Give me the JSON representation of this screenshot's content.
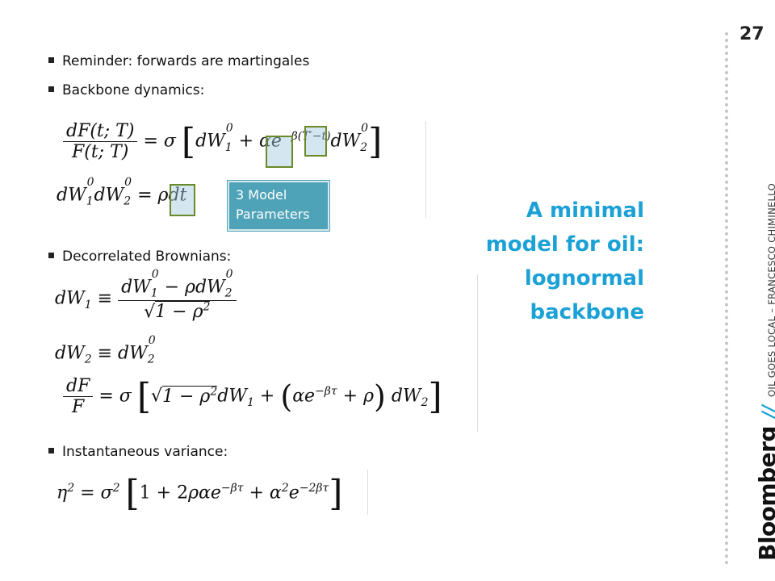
{
  "bullets": {
    "b1": "Reminder: forwards are martingales",
    "b2": "Backbone dynamics:",
    "b3": "Decorrelated Brownians:",
    "b4": "Instantaneous variance:"
  },
  "callout": {
    "line1": "3 Model",
    "line2": "Parameters"
  },
  "title": {
    "line1": "A minimal",
    "line2": "model for oil:",
    "line3": "lognormal",
    "line4": "backbone"
  },
  "page_number": "27",
  "side": {
    "brand": "Bloomberg",
    "slash": "//",
    "footer": "OIL GOES LOCAL – FRANCESCO CHIMINELLO"
  },
  "colors": {
    "accent": "#1ba1d6",
    "callout_bg": "#4fa3b8",
    "highlight_border": "#6a8a2a"
  }
}
